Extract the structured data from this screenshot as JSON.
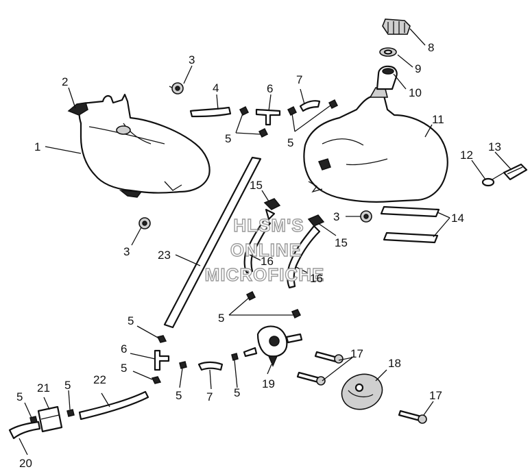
{
  "watermark": {
    "line1": "HLSM'S",
    "line2": "ONLINE",
    "line3": "MICROFICHE"
  },
  "callouts": {
    "c1": "1",
    "c2": "2",
    "c3a": "3",
    "c3b": "3",
    "c3c": "3",
    "c4": "4",
    "c5a": "5",
    "c5b": "5",
    "c5c": "5",
    "c5d": "5",
    "c5e": "5",
    "c5f": "5",
    "c5g": "5",
    "c5h": "5",
    "c6a": "6",
    "c6b": "6",
    "c7a": "7",
    "c7b": "7",
    "c8": "8",
    "c9": "9",
    "c10": "10",
    "c11": "11",
    "c12": "12",
    "c13": "13",
    "c14": "14",
    "c15a": "15",
    "c15b": "15",
    "c16a": "16",
    "c16b": "16",
    "c17a": "17",
    "c17b": "17",
    "c18": "18",
    "c19": "19",
    "c20": "20",
    "c21": "21",
    "c22": "22",
    "c23": "23"
  }
}
